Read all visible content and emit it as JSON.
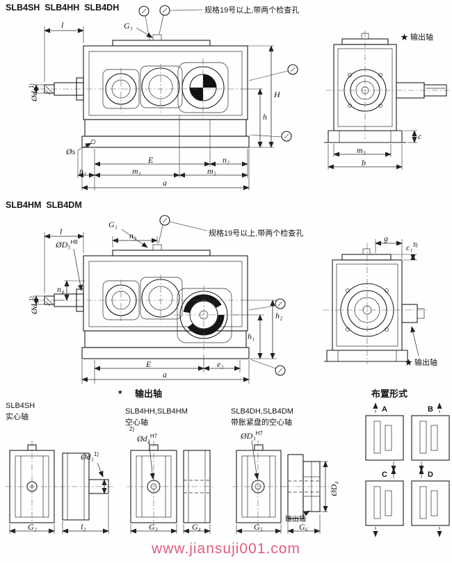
{
  "watermark": {
    "text": "www.jiansuji001.com",
    "color": "#e25c80"
  },
  "top": {
    "title": "SLB4SH  SLB4HH  SLB4DH",
    "note": "规格19号以上,带两个检查孔",
    "output_shaft": "★ 输出轴",
    "dims": {
      "l": "l",
      "G1": "G₁",
      "d1": "Ød₁",
      "d1_note": "1)",
      "s": "Øs",
      "E": "E",
      "n1": "n₁",
      "n2": "n₂",
      "m1": "m₁",
      "m2": "m₂",
      "a": "a",
      "H": "H",
      "h": "h",
      "m3": "m₃",
      "b": "b",
      "c": "c"
    }
  },
  "mid": {
    "title": "SLB4HM  SLB4DM",
    "note": "规格19号以上,带两个检查孔",
    "output_shaft": "★ 输出轴",
    "dims": {
      "l": "l",
      "G1": "G₁",
      "n3": "n₃",
      "D5": "ØD₅",
      "D5_fit": "H9",
      "d1": "Ød₁",
      "d1_note": "1)",
      "n4": "n₄",
      "E": "E",
      "e2": "e₂",
      "a": "a",
      "h1": "h₁",
      "h2": "h₂",
      "g": "g",
      "c1": "c₁",
      "c1_note": "3)"
    }
  },
  "bottom": {
    "heading_star": "*",
    "heading": "输出轴",
    "fig1": {
      "title": "SLB4SH",
      "subtitle": "实心轴",
      "d1": "Ød₁",
      "d1_note": "1)",
      "G2": "G₂",
      "l2": "l₂"
    },
    "fig2": {
      "title": "SLB4HH,SLB4HM",
      "subtitle": "空心轴",
      "d2": "Ød₂",
      "d2_fit": "H7",
      "d2_note": "2)",
      "G3": "G₃",
      "G4": "G₄"
    },
    "fig3": {
      "title": "SLB4DH,SLB4DM",
      "subtitle": "带胀紧盘的空心轴",
      "D3": "ØD₃",
      "D3_fit": "H7",
      "D4": "ØD₄",
      "output": "输出轴",
      "G5": "G₅",
      "G6": "G₆"
    }
  },
  "arrangement": {
    "title": "布置形式",
    "items": {
      "A": "A",
      "B": "B",
      "C": "C",
      "D": "D"
    }
  }
}
